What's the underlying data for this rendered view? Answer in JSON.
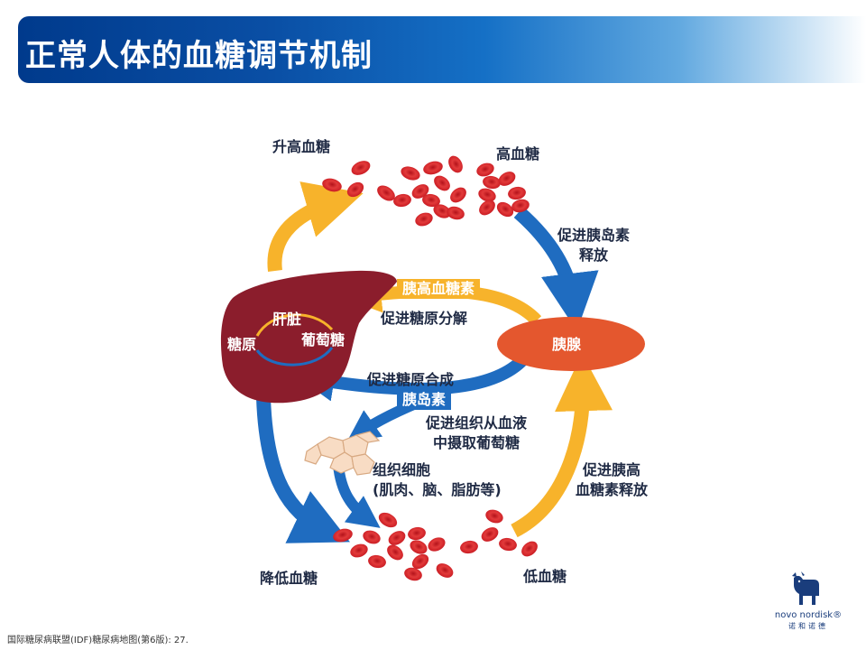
{
  "header": {
    "title": "正常人体的血糖调节机制"
  },
  "labels": {
    "raise_glucose": "升高血糖",
    "high_glucose": "高血糖",
    "promote_insulin_release": "促进胰岛素\n释放",
    "glucagon": "胰高血糖素",
    "promote_glycogenolysis": "促进糖原分解",
    "pancreas": "胰腺",
    "liver": "肝脏",
    "glycogen": "糖原",
    "glucose": "葡萄糖",
    "promote_glycogen_synthesis": "促进糖原合成",
    "insulin": "胰岛素",
    "promote_tissue_uptake": "促进组织从血液\n中摄取葡萄糖",
    "tissue_cells": "组织细胞\n(肌肉、脑、脂肪等)",
    "promote_glucagon_release": "促进胰高\n血糖素释放",
    "lower_glucose": "降低血糖",
    "low_glucose": "低血糖"
  },
  "footer": {
    "source": "国际糖尿病联盟(IDF)糖尿病地图(第6版): 27."
  },
  "logo": {
    "brand": "novo nordisk®",
    "sub": "诺和诺德"
  },
  "colors": {
    "title_blue": "#0a4fa5",
    "arrow_blue": "#1f6cc0",
    "arrow_yellow": "#f7b32b",
    "liver": "#8b1d2c",
    "pancreas": "#e4572e",
    "blood_cell": "#d8252c"
  }
}
